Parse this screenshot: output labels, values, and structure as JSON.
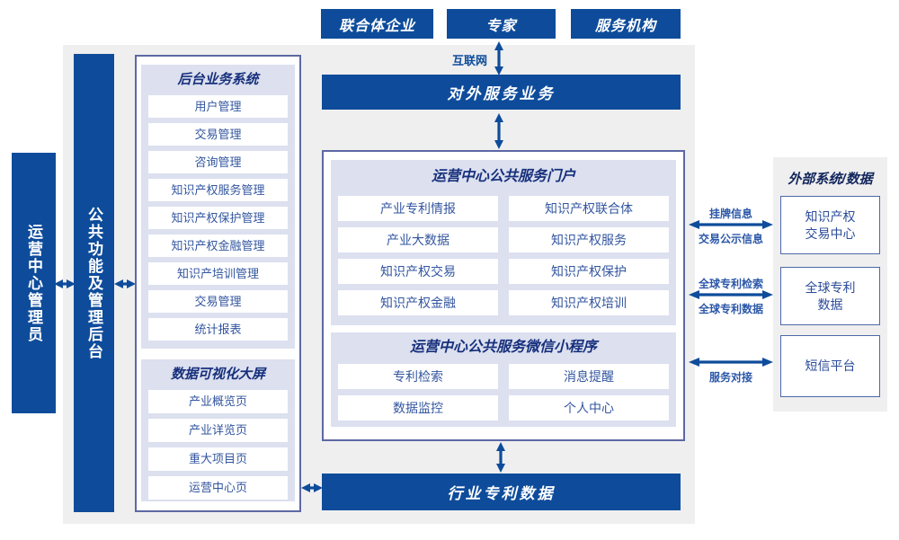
{
  "colors": {
    "primary": "#0e4c9b",
    "title_navy": "#17307c",
    "item_text": "#33569f",
    "panel": "#dce0ef",
    "backdrop": "#efefef",
    "box_border": "#5c68a5",
    "label_text": "#2b57a8"
  },
  "top_actors": [
    "联合体企业",
    "专家",
    "服务机构"
  ],
  "labels": {
    "internet": "互联网"
  },
  "bars": {
    "external_service": "对外服务业务",
    "industry_patent_data": "行业专利数据"
  },
  "left_column": {
    "admin": "运营中心管理员",
    "public_functions": "公共功能及管理后台",
    "backend_system": {
      "title": "后台业务系统",
      "items": [
        "用户管理",
        "交易管理",
        "咨询管理",
        "知识产权服务管理",
        "知识产权保护管理",
        "知识产权金融管理",
        "知识产培训管理",
        "交易管理",
        "统计报表"
      ]
    },
    "data_visualization": {
      "title": "数据可视化大屏",
      "items": [
        "产业概览页",
        "产业详览页",
        "重大项目页",
        "运营中心页"
      ]
    }
  },
  "center": {
    "portal": {
      "title": "运营中心公共服务门户",
      "items": [
        "产业专利情报",
        "知识产权联合体",
        "产业大数据",
        "知识产权服务",
        "知识产权交易",
        "知识产权保护",
        "知识产权金融",
        "知识产权培训"
      ]
    },
    "miniprogram": {
      "title": "运营中心公共服务微信小程序",
      "items": [
        "专利检索",
        "消息提醒",
        "数据监控",
        "个人中心"
      ]
    }
  },
  "right_column": {
    "title": "外部系统/数据",
    "systems": [
      {
        "lines": [
          "知识产权",
          "交易中心"
        ]
      },
      {
        "lines": [
          "全球专利",
          "数据"
        ]
      },
      {
        "lines": [
          "短信平台"
        ]
      }
    ],
    "links": [
      {
        "top": "挂牌信息",
        "bottom": "交易公示信息"
      },
      {
        "top": "全球专利检索",
        "bottom": "全球专利数据"
      },
      {
        "bottom": "服务对接"
      }
    ]
  }
}
